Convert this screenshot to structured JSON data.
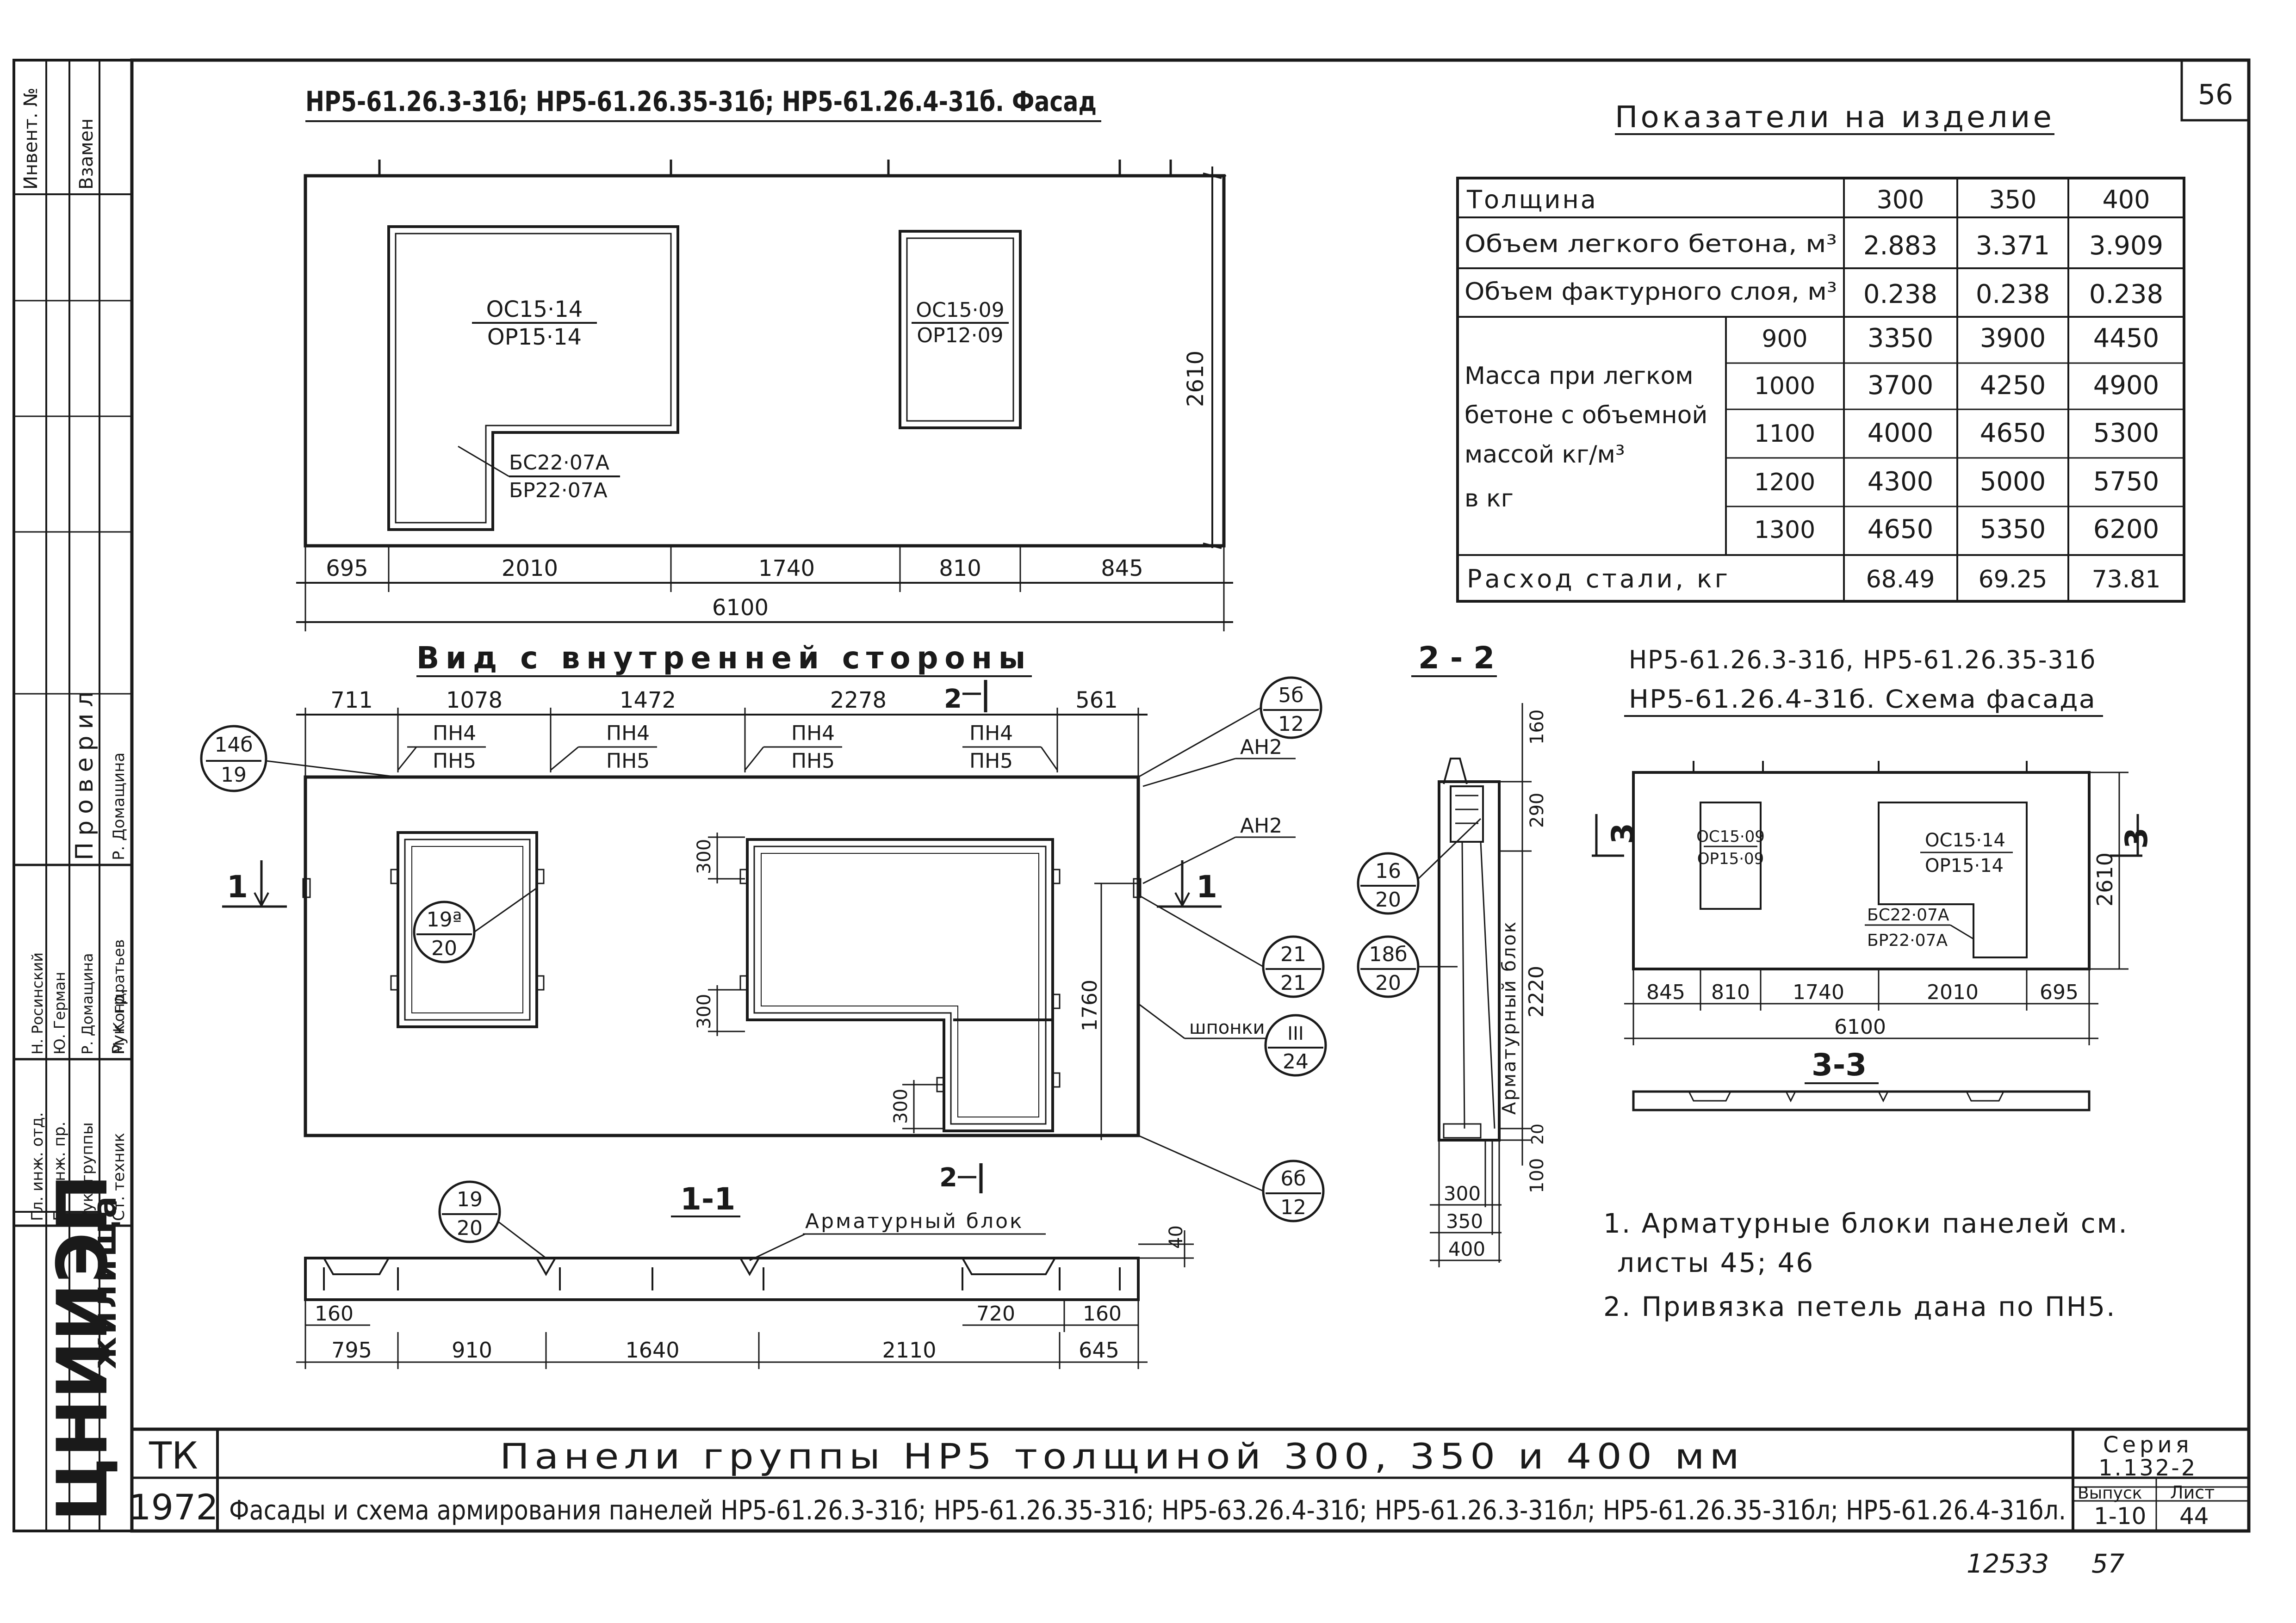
{
  "page_number": "56",
  "archive_number": "12533",
  "archive_page": "57",
  "left_stamp": {
    "header": [
      "Инвент. №",
      "Взамен"
    ],
    "check_label": "Проверил",
    "role_labels": [
      "Рук. гр.",
      "Гл. инж. отд.",
      "Гл. инж. пр.",
      "Рук. группы",
      "Ст. техник"
    ],
    "names": [
      "Р. Домащина",
      "Н. Росинский",
      "Ю. Герман",
      "Р. Домащина",
      "М. Кондратьев"
    ],
    "org_short": "ЦНИИЭП",
    "org_rest": "жилища"
  },
  "facade": {
    "title": "НР5-61.26.3-31б; НР5-61.26.35-31б; НР5-61.26.4-31б. Фасад",
    "opening1": [
      "ОС15·14",
      "ОР15·14"
    ],
    "opening2": [
      "ОС15·09",
      "ОР12·09"
    ],
    "door": [
      "БС22·07А",
      "БР22·07А"
    ],
    "height": "2610",
    "segments": [
      "695",
      "2010",
      "1740",
      "810",
      "845"
    ],
    "total": "6100"
  },
  "inner_view": {
    "title": "Вид с внутренней стороны",
    "top_dims": [
      "711",
      "1078",
      "1472",
      "2278",
      "561"
    ],
    "loops_top": [
      "ПН4",
      "ПН4",
      "ПН4",
      "ПН4"
    ],
    "loops_bottom": [
      "ПН5",
      "ПН5",
      "ПН5",
      "ПН5"
    ],
    "callout_14b": [
      "14б",
      "19"
    ],
    "callout_5b": [
      "5б",
      "12"
    ],
    "callout_19a": [
      "19ª",
      "20"
    ],
    "callout_21": [
      "21",
      "21"
    ],
    "callout_keys": [
      "III",
      "24"
    ],
    "callout_6b": [
      "6б",
      "12"
    ],
    "an2_a": "АН2",
    "an2_b": "АН2",
    "keys_label": "шпонки",
    "section_mark": "1",
    "cut_mark": "2",
    "dims_300": [
      "300",
      "300",
      "300"
    ],
    "height_1760": "1760"
  },
  "section11": {
    "title": "1-1",
    "arm_label": "Арматурный блок",
    "callout_19": [
      "19",
      "20"
    ],
    "cut_mark": "2",
    "dim_40": "40",
    "dim_160a": "160",
    "dim_720": "720",
    "dim_160b": "160",
    "bottom_dims": [
      "795",
      "910",
      "1640",
      "2110",
      "645"
    ]
  },
  "section22": {
    "title": "2 - 2",
    "vertical_dims": [
      "160",
      "290",
      "2220",
      "20",
      "100"
    ],
    "arm_block": "Арматурный блок",
    "thickness": [
      "300",
      "350",
      "400"
    ],
    "callout_16": [
      "16",
      "20"
    ],
    "callout_18b": [
      "18б",
      "20"
    ]
  },
  "indicators": {
    "title": "Показатели на изделие",
    "header": [
      "Толщина",
      "300",
      "350",
      "400"
    ],
    "vol_light": {
      "label": "Объем легкого бетона, м³",
      "values": [
        "2.883",
        "3.371",
        "3.909"
      ]
    },
    "vol_facing": {
      "label": "Объем фактурного слоя, м³",
      "values": [
        "0.238",
        "0.238",
        "0.238"
      ]
    },
    "mass_label": [
      "Масса при легком",
      "бетоне с объемной",
      "массой кг/м³",
      "в кг"
    ],
    "mass_rows": [
      {
        "density": "900",
        "values": [
          "3350",
          "3900",
          "4450"
        ]
      },
      {
        "density": "1000",
        "values": [
          "3700",
          "4250",
          "4900"
        ]
      },
      {
        "density": "1100",
        "values": [
          "4000",
          "4650",
          "5300"
        ]
      },
      {
        "density": "1200",
        "values": [
          "4300",
          "5000",
          "5750"
        ]
      },
      {
        "density": "1300",
        "values": [
          "4650",
          "5350",
          "6200"
        ]
      }
    ],
    "steel": {
      "label": "Расход стали, кг",
      "values": [
        "68.49",
        "69.25",
        "73.81"
      ]
    }
  },
  "facade_scheme": {
    "title1": "НР5-61.26.3-31б, НР5-61.26.35-31б",
    "title2": "НР5-61.26.4-31б. Схема фасада",
    "opening_small": [
      "ОС15·09",
      "ОР15·09"
    ],
    "opening_big": [
      "ОС15·14",
      "ОР15·14"
    ],
    "door": [
      "БС22·07А",
      "БР22·07А"
    ],
    "height": "2610",
    "segments": [
      "845",
      "810",
      "1740",
      "2010",
      "695"
    ],
    "total": "6100",
    "section_mark": "3",
    "section_title": "3-3"
  },
  "notes": [
    "1. Арматурные блоки панелей см.",
    "листы 45; 46",
    "2. Привязка петель дана по ПН5."
  ],
  "title_block": {
    "tk": "ТК",
    "year": "1972",
    "title": "Панели группы НР5 толщиной 300, 350 и 400 мм",
    "subtitle": "Фасады и схема армирования панелей НР5-61.26.3-31б; НР5-61.26.35-31б; НР5-63.26.4-31б; НР5-61.26.3-31бл; НР5-61.26.35-31бл; НР5-61.26.4-31бл.",
    "series_label": "Серия",
    "series": "1.132-2",
    "issue_label": "Выпуск",
    "issue": "1-10",
    "sheet_label": "Лист",
    "sheet": "44"
  }
}
